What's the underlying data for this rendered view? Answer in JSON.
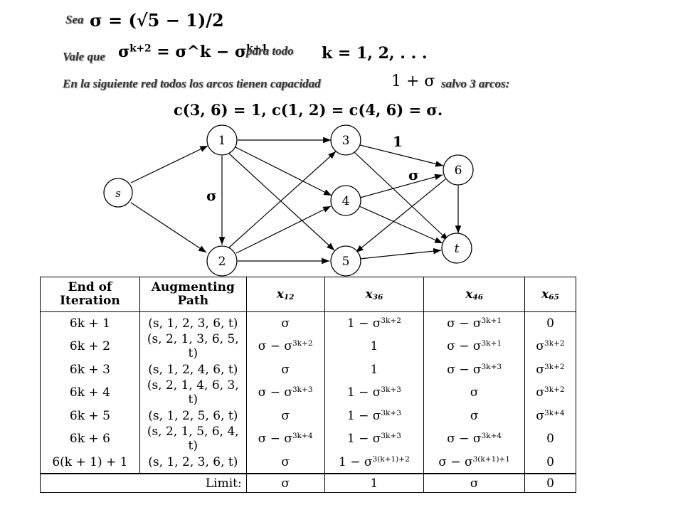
{
  "intro": {
    "sea_word": "Sea",
    "sigma_def": "σ = (√5 − 1)/2",
    "vale_que": "Vale que",
    "recurrence": "σ^{k+2} = σ^k − σ^{k+1}",
    "para_todo": "para todo",
    "k_values": "k = 1, 2, . . .",
    "network_sentence": "En la siguiente red todos los arcos tienen capacidad",
    "capacity": "1 + σ",
    "salvo": "salvo 3 arcos:",
    "exceptions": "c(3, 6) = 1, c(1, 2) = c(4, 6) = σ."
  },
  "graph": {
    "nodes": [
      {
        "id": "s",
        "label": "s"
      },
      {
        "id": "1",
        "label": "1"
      },
      {
        "id": "2",
        "label": "2"
      },
      {
        "id": "3",
        "label": "3"
      },
      {
        "id": "4",
        "label": "4"
      },
      {
        "id": "5",
        "label": "5"
      },
      {
        "id": "6",
        "label": "6"
      },
      {
        "id": "t",
        "label": "t"
      }
    ],
    "edge_labels": {
      "e12": "σ",
      "e36": "1",
      "e46": "σ"
    }
  },
  "table": {
    "headers": {
      "end_line1": "End of",
      "end_line2": "Iteration",
      "aug_line1": "Augmenting",
      "aug_line2": "Path",
      "x12": "x12",
      "x36": "x36",
      "x46": "x46",
      "x65": "x65"
    },
    "rows": [
      {
        "iter": "6k + 1",
        "path": "(s, 1, 2, 3, 6, t)",
        "x12": "σ",
        "x36": "1 − σ^{3k+2}",
        "x46": "σ − σ^{3k+1}",
        "x65": "0"
      },
      {
        "iter": "6k + 2",
        "path": "(s, 2, 1, 3, 6, 5, t)",
        "x12": "σ − σ^{3k+2}",
        "x36": "1",
        "x46": "σ − σ^{3k+1}",
        "x65": "σ^{3k+2}"
      },
      {
        "iter": "6k + 3",
        "path": "(s, 1, 2, 4, 6, t)",
        "x12": "σ",
        "x36": "1",
        "x46": "σ − σ^{3k+3}",
        "x65": "σ^{3k+2}"
      },
      {
        "iter": "6k + 4",
        "path": "(s, 2, 1, 4, 6, 3, t)",
        "x12": "σ − σ^{3k+3}",
        "x36": "1 − σ^{3k+3}",
        "x46": "σ",
        "x65": "σ^{3k+2}"
      },
      {
        "iter": "6k + 5",
        "path": "(s, 1, 2, 5, 6, t)",
        "x12": "σ",
        "x36": "1 − σ^{3k+3}",
        "x46": "σ",
        "x65": "σ^{3k+4}"
      },
      {
        "iter": "6k + 6",
        "path": "(s, 2, 1, 5, 6, 4, t)",
        "x12": "σ − σ^{3k+4}",
        "x36": "1 − σ^{3k+3}",
        "x46": "σ − σ^{3k+4}",
        "x65": "0"
      },
      {
        "iter": "6(k + 1) + 1",
        "path": "(s, 1, 2, 3, 6, t)",
        "x12": "σ",
        "x36": "1 − σ^{3(k+1)+2}",
        "x46": "σ − σ^{3(k+1)+1}",
        "x65": "0"
      }
    ],
    "limit": {
      "label": "Limit:",
      "x12": "σ",
      "x36": "1",
      "x46": "σ",
      "x65": "0"
    }
  }
}
